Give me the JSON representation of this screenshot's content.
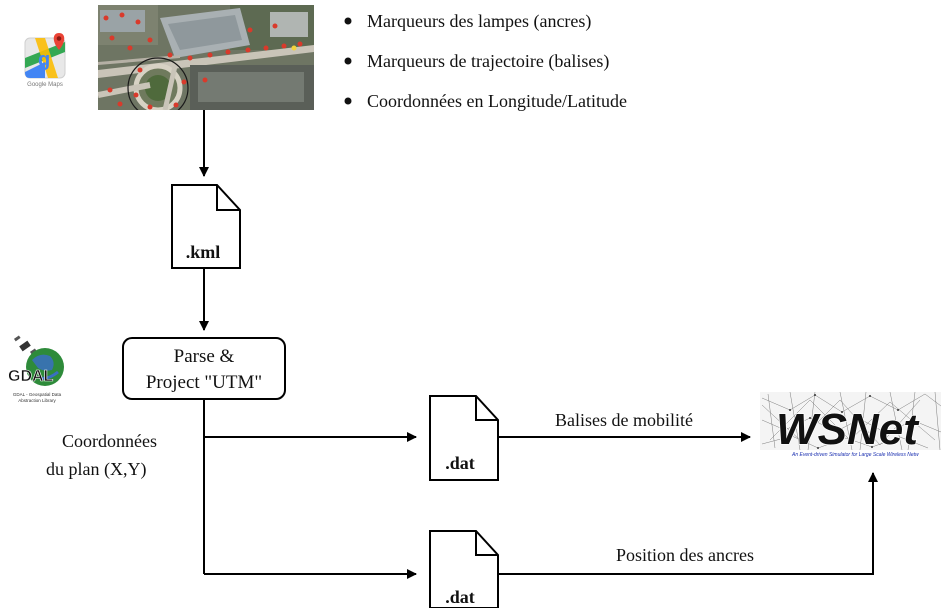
{
  "logos": {
    "google_maps_label": "Google Maps",
    "gdal_label": "GDAL",
    "gdal_caption_line1": "GDAL - Geospatial Data",
    "gdal_caption_line2": "Abstraction Library",
    "wsnet_label": "WSNet",
    "wsnet_caption": "An Event-driven Simulator for Large Scale Wireless Netw"
  },
  "bullets": [
    "Marqueurs des lampes (ancres)",
    "Marqueurs de trajectoire (balises)",
    "Coordonnées en Longitude/Latitude"
  ],
  "files": {
    "kml": ".kml",
    "dat_top": ".dat",
    "dat_bottom": ".dat"
  },
  "process_box": {
    "line1": "Parse &",
    "line2": "Project \"UTM\""
  },
  "labels": {
    "coords_line1": "Coordonnées",
    "coords_line2": "du plan (X,Y)",
    "balises": "Balises de mobilité",
    "position": "Position des ancres"
  },
  "colors": {
    "map_base": "#6e7563",
    "map_road": "#c9c4b8",
    "map_roof": "#9aa3a6",
    "marker": "#d93a2b",
    "google_green": "#34a853",
    "google_blue": "#4285f4",
    "google_yellow": "#fbbc05",
    "google_red": "#ea4335",
    "gdal_globe": "#2e8b3a",
    "wsnet_text": "#111111",
    "wsnet_caption": "#1a2fb0"
  }
}
